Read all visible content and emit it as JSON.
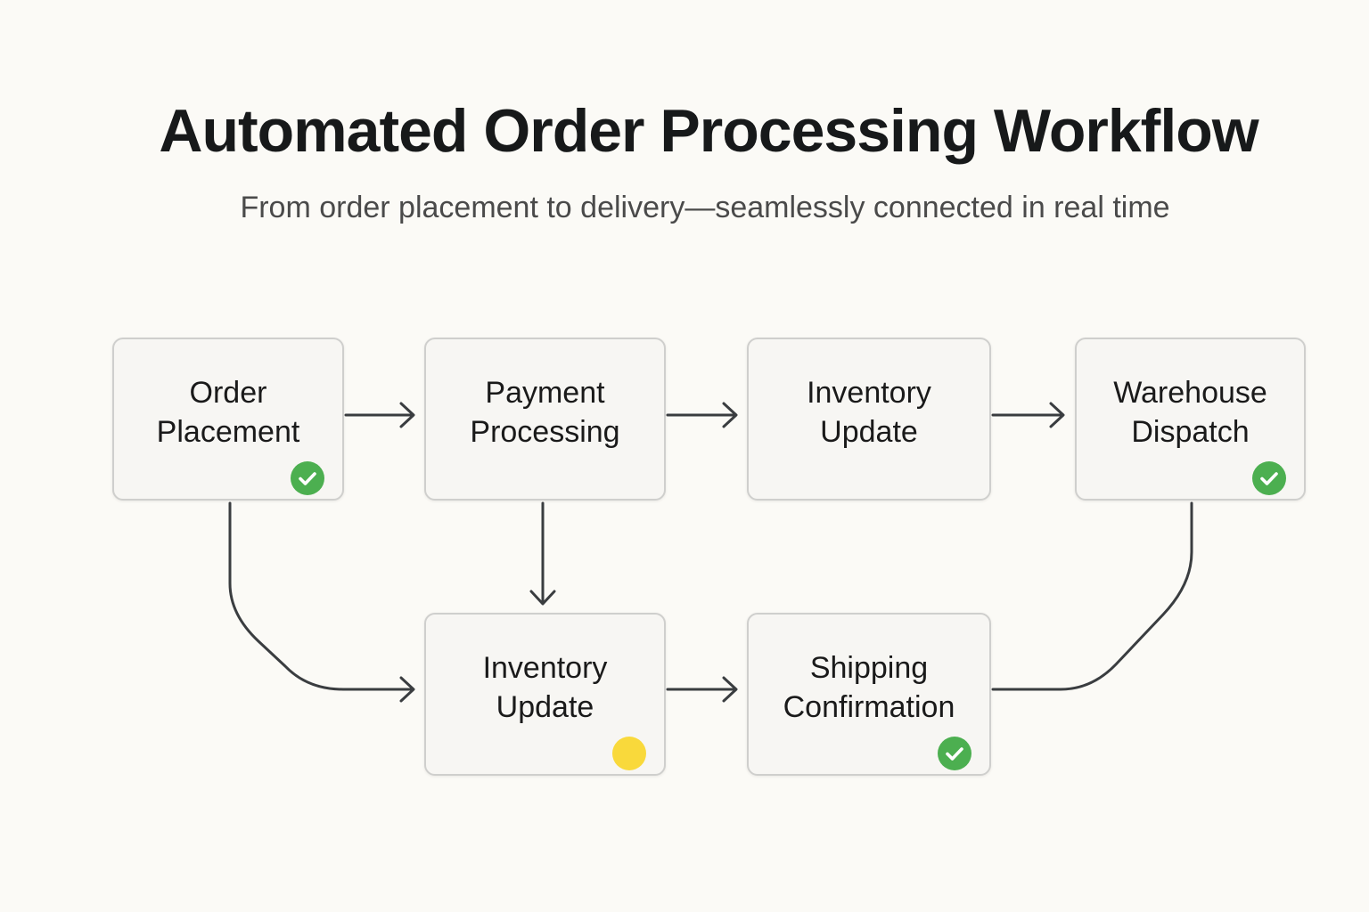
{
  "header": {
    "title": "Automated Order Processing Workflow",
    "subtitle": "From order placement to delivery—seamlessly connected in real time"
  },
  "nodes": [
    {
      "id": "order-placement",
      "label": "Order\nPlacement",
      "status": "complete"
    },
    {
      "id": "payment-processing",
      "label": "Payment\nProcessing",
      "status": "none"
    },
    {
      "id": "inventory-update-top",
      "label": "Inventory\nUpdate",
      "status": "none"
    },
    {
      "id": "warehouse-dispatch",
      "label": "Warehouse\nDispatch",
      "status": "complete"
    },
    {
      "id": "inventory-update-bottom",
      "label": "Inventory\nUpdate",
      "status": "pending"
    },
    {
      "id": "shipping-confirmation",
      "label": "Shipping\nConfirmation",
      "status": "complete"
    }
  ],
  "edges": [
    {
      "from": "order-placement",
      "to": "payment-processing"
    },
    {
      "from": "payment-processing",
      "to": "inventory-update-top"
    },
    {
      "from": "inventory-update-top",
      "to": "warehouse-dispatch"
    },
    {
      "from": "payment-processing",
      "to": "inventory-update-bottom"
    },
    {
      "from": "order-placement",
      "to": "inventory-update-bottom"
    },
    {
      "from": "inventory-update-bottom",
      "to": "shipping-confirmation"
    },
    {
      "from": "shipping-confirmation",
      "to": "warehouse-dispatch"
    }
  ],
  "colors": {
    "background": "#fbfaf6",
    "node_fill": "#f7f6f3",
    "node_border": "#cfcfcd",
    "connector": "#3a3d40",
    "status_complete": "#4caf50",
    "status_pending": "#f9d93b"
  },
  "icons": {
    "complete": "check-circle-icon",
    "pending": "pending-dot-icon"
  }
}
